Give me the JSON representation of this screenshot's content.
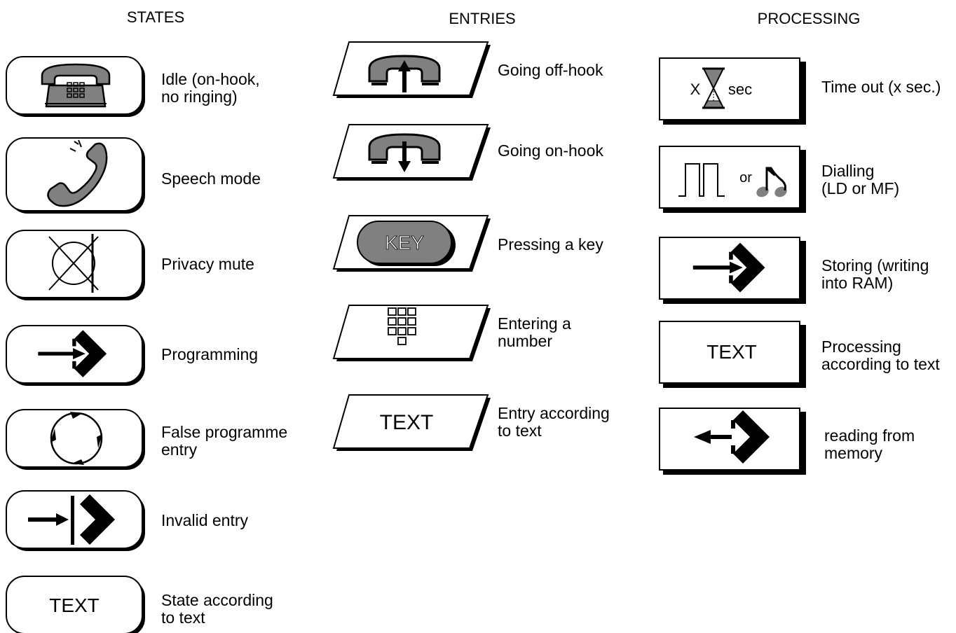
{
  "columns": {
    "states": {
      "heading": "STATES",
      "items": [
        {
          "icon": "telephone-on-hook-icon",
          "label": "Idle (on-hook,\nno ringing)"
        },
        {
          "icon": "handset-speech-icon",
          "label": "Speech mode"
        },
        {
          "icon": "crossed-microphone-icon",
          "label": "Privacy mute"
        },
        {
          "icon": "store-arrow-icon",
          "label": "Programming"
        },
        {
          "icon": "circular-arrows-icon",
          "label": "False programme\nentry"
        },
        {
          "icon": "blocked-arrow-icon",
          "label": "Invalid entry"
        },
        {
          "symbol_text": "TEXT",
          "label": "State according\nto text"
        }
      ]
    },
    "entries": {
      "heading": "ENTRIES",
      "items": [
        {
          "icon": "handset-up-arrow-icon",
          "label": "Going off-hook"
        },
        {
          "icon": "handset-down-arrow-icon",
          "label": "Going on-hook"
        },
        {
          "symbol_text": "KEY",
          "label": "Pressing a key"
        },
        {
          "icon": "keypad-icon",
          "label": "Entering a\nnumber"
        },
        {
          "symbol_text": "TEXT",
          "label": "Entry according\nto text"
        }
      ]
    },
    "processing": {
      "heading": "PROCESSING",
      "items": [
        {
          "icon": "hourglass-icon",
          "symbol_left": "X",
          "symbol_right": "sec",
          "label": "Time out (x sec.)"
        },
        {
          "icon": "pulse-and-note-icon",
          "symbol_text": "or",
          "label": "Dialling\n(LD or MF)"
        },
        {
          "icon": "store-arrow-icon",
          "label": "Storing (writing\ninto RAM)"
        },
        {
          "symbol_text": "TEXT",
          "label": "Processing\naccording to text"
        },
        {
          "icon": "read-arrow-icon",
          "label": "reading from\nmemory"
        }
      ]
    }
  },
  "colors": {
    "fill_gray": "#808080",
    "stroke": "#000000"
  }
}
